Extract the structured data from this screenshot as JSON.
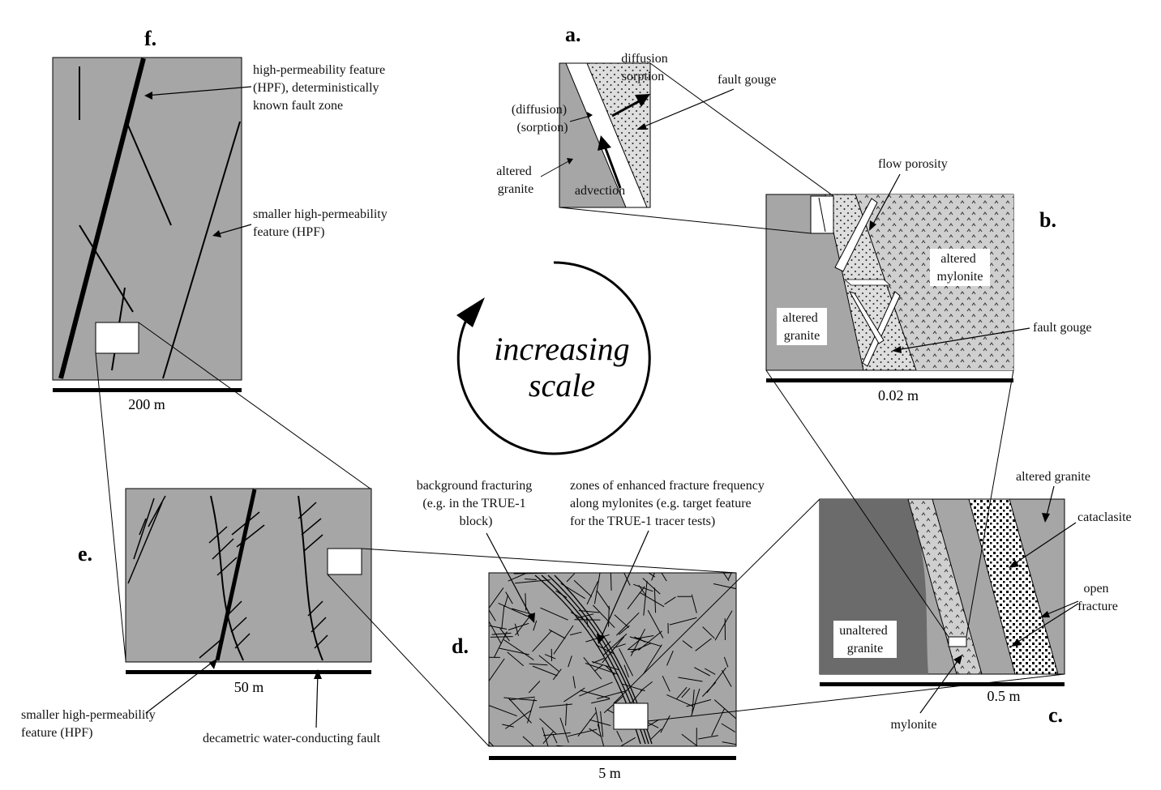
{
  "panels": {
    "a": {
      "letter": "a.",
      "labels": {
        "diffusion_sorption": [
          "diffusion",
          "sorption"
        ],
        "fault_gouge": "fault gouge",
        "diffusion_sorption_paren": [
          "(diffusion)",
          "(sorption)"
        ],
        "altered_granite": [
          "altered",
          "granite"
        ],
        "advection": "advection"
      }
    },
    "b": {
      "letter": "b.",
      "labels": {
        "flow_porosity": "flow porosity",
        "altered_mylonite": [
          "altered",
          "mylonite"
        ],
        "altered_granite": [
          "altered",
          "granite"
        ],
        "fault_gouge": "fault gouge"
      },
      "scale": "0.02 m"
    },
    "c": {
      "letter": "c.",
      "labels": {
        "altered_granite": "altered granite",
        "cataclasite": "cataclasite",
        "open_fracture": [
          "open",
          "fracture"
        ],
        "unaltered_granite": [
          "unaltered",
          "granite"
        ],
        "mylonite": "mylonite"
      },
      "scale": "0.5 m"
    },
    "d": {
      "letter": "d.",
      "labels": {
        "background_fracturing": [
          "background fracturing",
          "(e.g. in the TRUE-1",
          "block)"
        ],
        "zones_enhanced": [
          "zones of enhanced fracture frequency",
          "along mylonites (e.g. target feature",
          "for the TRUE-1 tracer tests)"
        ]
      },
      "scale": "5 m"
    },
    "e": {
      "letter": "e.",
      "labels": {
        "smaller_hpf": [
          "smaller high-permeability",
          "feature (HPF)"
        ],
        "decametric": "decametric water-conducting fault"
      },
      "scale": "50 m"
    },
    "f": {
      "letter": "f.",
      "labels": {
        "hpf_det": [
          "high-permeability feature",
          "(HPF), deterministically",
          "known fault zone"
        ],
        "smaller_hpf": [
          "smaller high-permeability",
          "feature (HPF)"
        ]
      },
      "scale": "200 m"
    }
  },
  "center": {
    "line1": "increasing",
    "line2": "scale"
  },
  "colors": {
    "gray_panel": "#a6a6a6",
    "dark_granite": "#6b6b6b",
    "gouge_fill": "#d4d4d4",
    "ink": "#000000"
  }
}
